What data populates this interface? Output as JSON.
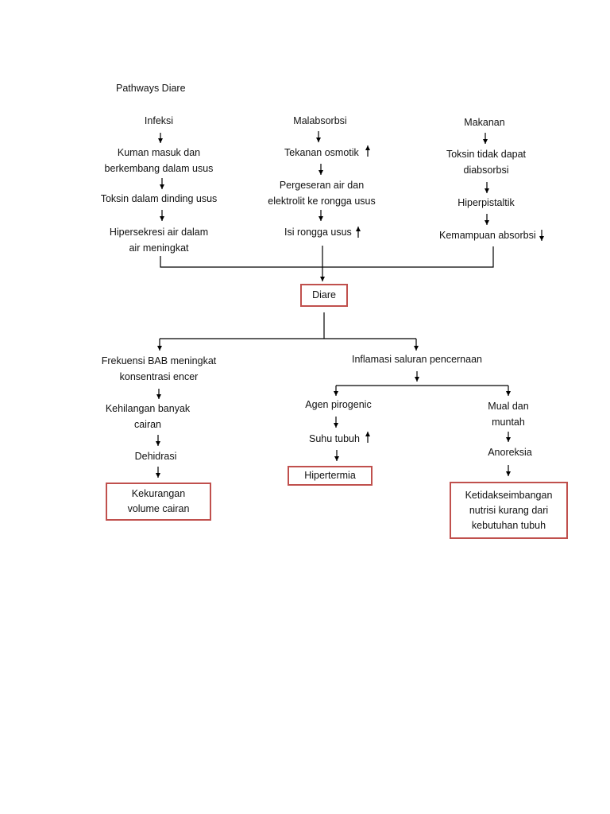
{
  "title": "Pathways Diare",
  "nodes": {
    "infeksi": "Infeksi",
    "kuman": "Kuman masuk dan\nberkembang dalam usus",
    "toksin_usus": "Toksin dalam dinding usus",
    "hipersekresi": "Hipersekresi air dalam\nair meningkat",
    "malabsorbsi": "Malabsorbsi",
    "tekanan": "Tekanan osmotik",
    "pergeseran": "Pergeseran air dan\nelektrolit ke rongga usus",
    "isi_rongga": "Isi rongga usus",
    "makanan": "Makanan",
    "toksin_tidak": "Toksin tidak dapat\ndiabsorbsi",
    "hiperpistaltik": "Hiperpistaltik",
    "kemampuan": "Kemampuan absorbsi",
    "diare": "Diare",
    "frekuensi": "Frekuensi BAB meningkat\nkonsentrasi encer",
    "kehilangan": "Kehilangan banyak\ncairan",
    "dehidrasi": "Dehidrasi",
    "kekurangan": "Kekurangan\nvolume cairan",
    "inflamasi": "Inflamasi saluran pencernaan",
    "agen": "Agen pirogenic",
    "suhu": "Suhu tubuh",
    "hipertermia": "Hipertermia",
    "mual": "Mual dan\nmuntah",
    "anoreksia": "Anoreksia",
    "ketidak": "Ketidakseimbangan\nnutrisi kurang dari\nkebutuhan tubuh"
  },
  "colors": {
    "box_border": "#c0504d",
    "line": "#000000",
    "text": "#111111"
  }
}
